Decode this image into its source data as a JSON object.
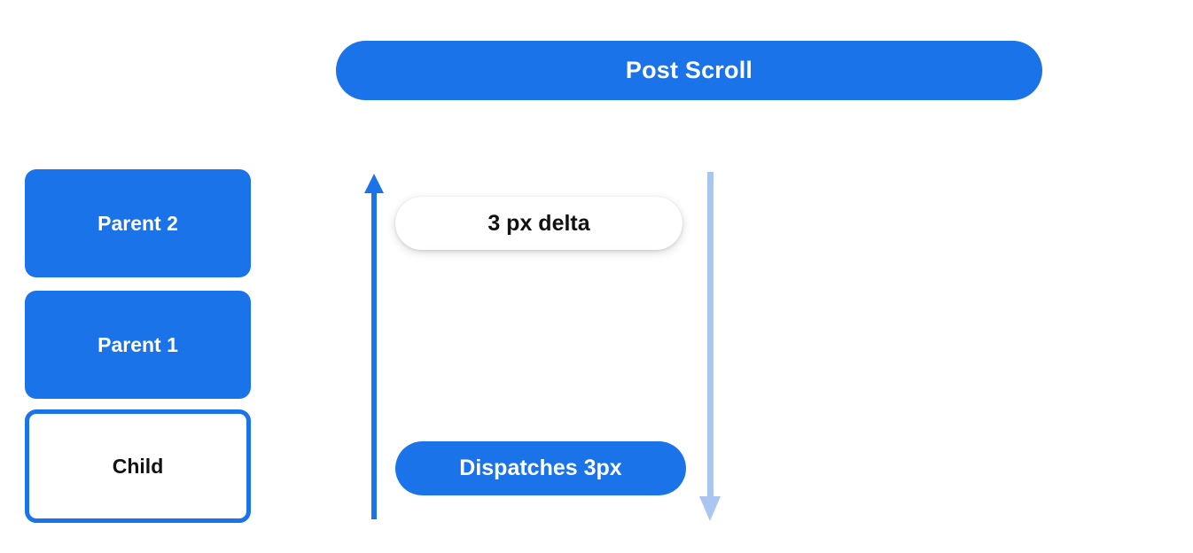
{
  "header": {
    "title": "Post Scroll"
  },
  "box_stack": {
    "boxes": [
      {
        "label": "Parent 2",
        "style": "filled"
      },
      {
        "label": "Parent 1",
        "style": "filled"
      },
      {
        "label": "Child",
        "style": "outlined"
      }
    ]
  },
  "flow": {
    "up_arrow": {
      "icon": "arrow-up-icon",
      "direction": "up",
      "color": "#1a73e8"
    },
    "down_arrow": {
      "icon": "arrow-down-icon",
      "direction": "down",
      "color": "#aac6f0"
    },
    "delta_chip": {
      "label": "3 px delta"
    },
    "dispatch_pill": {
      "label": "Dispatches 3px"
    }
  },
  "colors": {
    "accent_blue": "#1a73e8",
    "light_blue": "#aac6f0",
    "text_dark": "#111111",
    "text_light": "#ffffff",
    "background": "#ffffff"
  }
}
